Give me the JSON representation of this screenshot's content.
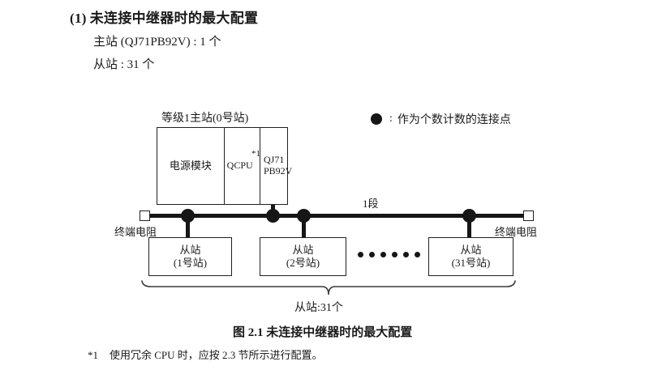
{
  "heading": {
    "number": "(1)",
    "title": "未连接中继器时的最大配置"
  },
  "specs": [
    "主站 (QJ71PB92V) : 1 个",
    "从站 : 31 个"
  ],
  "legend": {
    "symbol": "filled-circle",
    "separator": ":",
    "text": "作为个数计数的连接点"
  },
  "diagram": {
    "master": {
      "caption": "等级1主站(0号站)",
      "cells": [
        {
          "label": "电源模块"
        },
        {
          "label": "QCPU",
          "footnote_mark": "*1"
        },
        {
          "label_line1": "QJ71",
          "label_line2": "PB92V"
        }
      ]
    },
    "bus": {
      "segment_label": "1段",
      "terminal_left": "终端电阻",
      "terminal_right": "终端电阻",
      "connection_dots": 4
    },
    "slaves": [
      {
        "line1": "从站",
        "line2": "(1号站)"
      },
      {
        "line1": "从站",
        "line2": "(2号站)"
      },
      {
        "line1": "从站",
        "line2": "(31号站)"
      }
    ],
    "ellipsis_count": 6,
    "brace_label": "从站:31个"
  },
  "figure_caption": "图 2.1  未连接中继器时的最大配置",
  "footnote": {
    "mark": "*1",
    "text": "使用冗余 CPU 时，应按 2.3 节所示进行配置。"
  },
  "colors": {
    "ink": "#1a1a1a",
    "line": "#202020",
    "dot": "#161616",
    "background": "#ffffff"
  }
}
